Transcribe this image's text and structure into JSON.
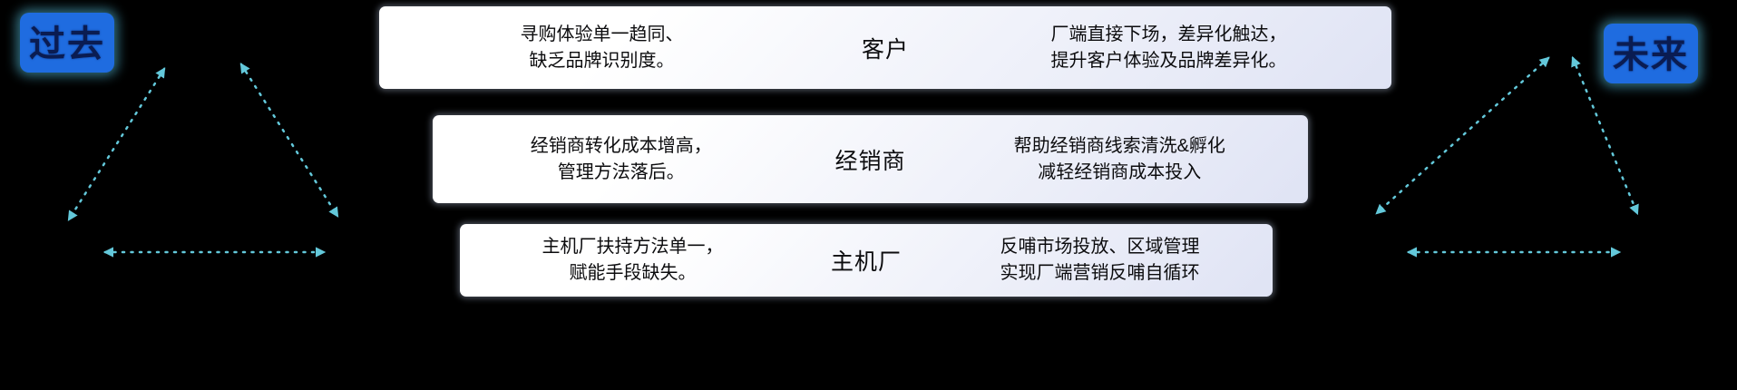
{
  "labels": {
    "past": "过去",
    "future": "未来"
  },
  "rows": [
    {
      "past": "寻购体验单一趋同、\n缺乏品牌识别度。",
      "entity": "客户",
      "future": "厂端直接下场，差异化触达，\n提升客户体验及品牌差异化。"
    },
    {
      "past": "经销商转化成本增高，\n管理方法落后。",
      "entity": "经销商",
      "future": "帮助经销商线索清洗&孵化\n减轻经销商成本投入"
    },
    {
      "past": "主机厂扶持方法单一，\n赋能手段缺失。",
      "entity": "主机厂",
      "future": "反哺市场投放、区域管理\n实现厂端营销反哺自循环"
    }
  ],
  "colors": {
    "arrow_color": "#63c8da",
    "label_bg": "#1f6ce0",
    "bg": "#000000"
  }
}
